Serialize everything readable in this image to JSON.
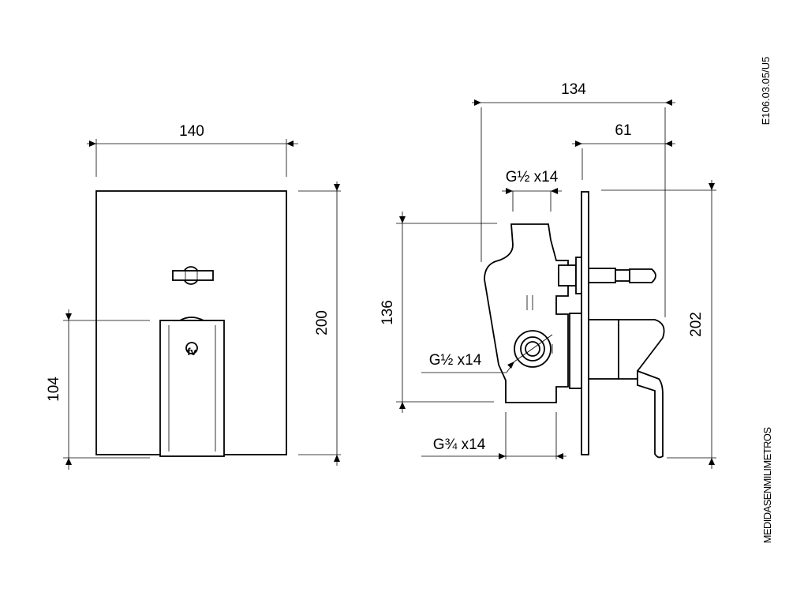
{
  "drawing": {
    "code": "E106.03.05/U5",
    "units_note": "MEDIDASENMILIMETROS",
    "logo_text": "fv"
  },
  "front_view": {
    "width_dim": "140",
    "height_dim": "200",
    "lever_dim": "104"
  },
  "side_view": {
    "depth_dim": "134",
    "projection_dim": "61",
    "height_dim": "202",
    "body_dim": "136",
    "top_thread": "G½ x14",
    "middle_thread": "G½ x14",
    "bottom_thread": "G¾ x14"
  }
}
